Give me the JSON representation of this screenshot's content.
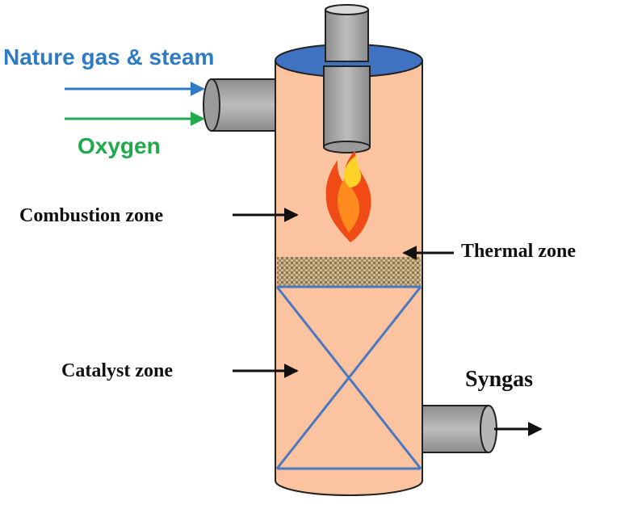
{
  "diagram": {
    "inlet_gas_label": "Nature gas & steam",
    "inlet_oxygen_label": "Oxygen",
    "combustion_label": "Combustion  zone",
    "thermal_label": "Thermal  zone",
    "catalyst_label": "Catalyst zone",
    "outlet_label": "Syngas"
  },
  "colors": {
    "vessel_body": "#fbc3a0",
    "vessel_top": "#3f73c1",
    "pipe_gray": "#a6a6a6",
    "gas_blue": "#2e7bc4",
    "oxygen_green": "#1faa4b",
    "catalyst_lines": "#4a78c0",
    "flame_outer": "#f04a16",
    "flame_inner": "#ffd22a"
  }
}
